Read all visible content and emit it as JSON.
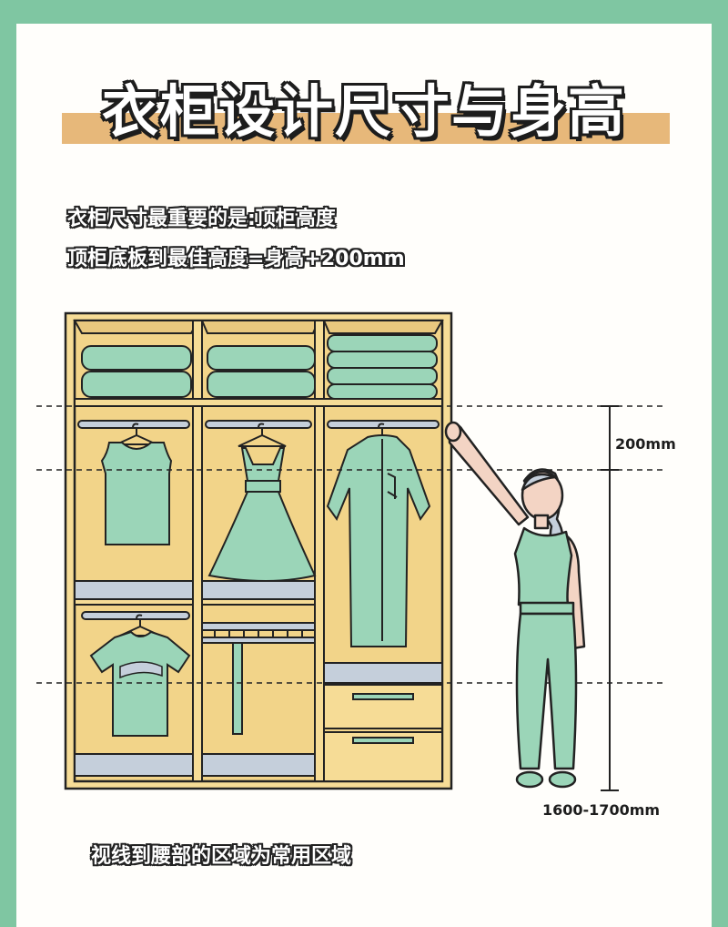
{
  "title": "衣柜设计尺寸与身高",
  "intro": {
    "line1": "衣柜尺寸最重要的是:顶柜高度",
    "line2": "顶柜底板到最佳高度=身高+200mm"
  },
  "dimensions": {
    "upper_gap": "200mm",
    "body_height": "1600-1700mm"
  },
  "footer_note": "视线到腰部的区域为常用区域",
  "colors": {
    "background_border": "#7fc6a2",
    "cabinet_fill": "#f6dc96",
    "cabinet_interior": "#f2d489",
    "clothes_green": "#9bd5b8",
    "shelf_gray": "#c5cfdb",
    "highlight_orange": "#e7b87a",
    "skin": "#f3d4c4"
  }
}
